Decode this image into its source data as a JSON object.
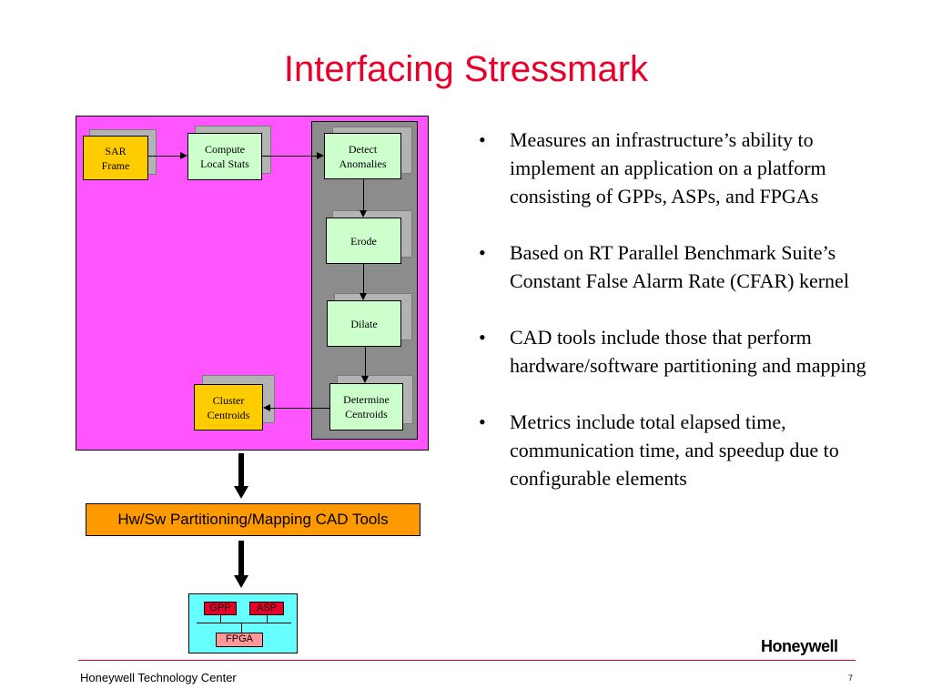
{
  "slide": {
    "title": "Interfacing Stressmark",
    "page_number": "7"
  },
  "diagram": {
    "sar_frame": "SAR\nFrame",
    "compute_local_stats": "Compute\nLocal Stats",
    "detect_anomalies": "Detect\nAnomalies",
    "erode": "Erode",
    "dilate": "Dilate",
    "determine_centroids": "Determine\nCentroids",
    "cluster_centroids": "Cluster\nCentroids",
    "cad_tools": "Hw/Sw Partitioning/Mapping CAD Tools",
    "gpp": "GPP",
    "asp": "ASP",
    "fpga": "FPGA"
  },
  "bullets": [
    "Measures an infrastructure’s ability to implement an application on a platform consisting of GPPs, ASPs, and FPGAs",
    "Based on RT Parallel Benchmark Suite’s Constant False Alarm Rate (CFAR) kernel",
    "CAD tools include those that perform hardware/software partitioning and mapping",
    "Metrics include total elapsed time, communication time, and speedup due to configurable elements"
  ],
  "footer": {
    "org": "Honeywell Technology Center",
    "logo_text": "Honeywell"
  },
  "colors": {
    "title": "#e8002a",
    "panel": "#ff55ff",
    "gray_group": "#8c8c8c",
    "yellow_box": "#ffcc00",
    "green_box": "#ccffcc",
    "cad_box": "#ff9900",
    "hw_box": "#66ffff"
  }
}
